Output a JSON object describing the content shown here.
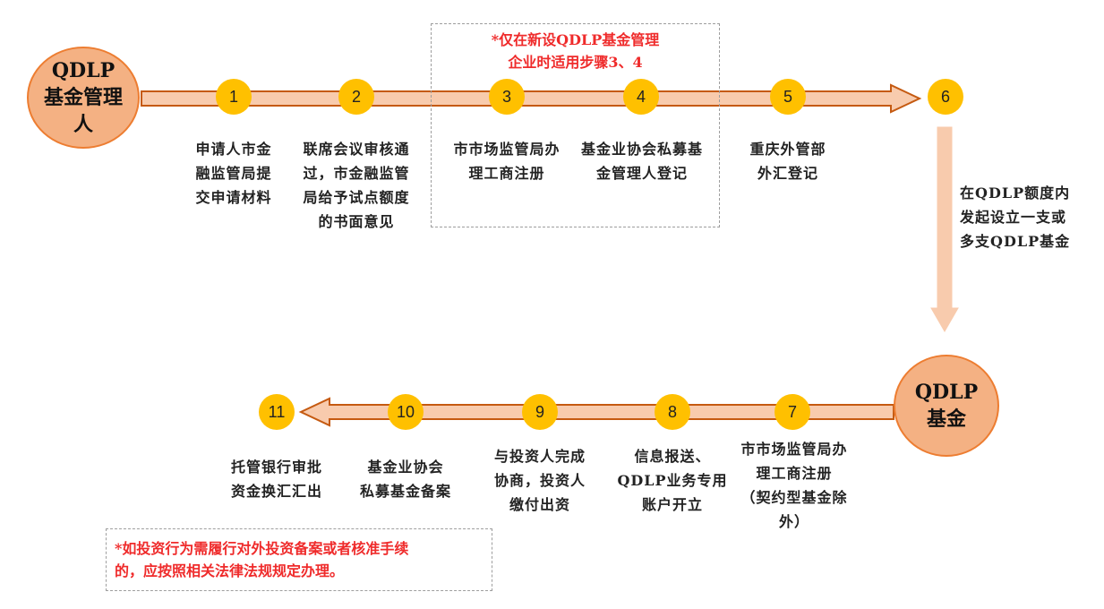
{
  "colors": {
    "circle_fill": "#F4B183",
    "circle_stroke": "#ED7D31",
    "step_fill": "#FFC000",
    "arrow_fill": "#F8CBAD",
    "arrow_stroke": "#C55A11",
    "note_red": "#FF0000"
  },
  "start_node": {
    "lines": [
      "QDLP",
      "基金管理",
      "人"
    ]
  },
  "fund_node": {
    "lines": [
      "QDLP",
      "基金"
    ]
  },
  "note_top": {
    "lines": [
      "*仅在新设QDLP基金管理",
      "企业时适用步骤3、4"
    ]
  },
  "note_bottom": {
    "lines": [
      "*如投资行为需履行对外投资备案或者核准手续",
      "的，应按照相关法律法规规定办理。"
    ]
  },
  "side_label": {
    "lines": [
      "在QDLP额度内",
      "发起设立一支或",
      "多支QDLP基金"
    ]
  },
  "steps": [
    {
      "num": "1",
      "lines": [
        "申请人市金",
        "融监管局提",
        "交申请材料"
      ]
    },
    {
      "num": "2",
      "lines": [
        "联席会议审核通",
        "过，市金融监管",
        "局给予试点额度",
        "的书面意见"
      ]
    },
    {
      "num": "3",
      "lines": [
        "市市场监管局办",
        "理工商注册"
      ]
    },
    {
      "num": "4",
      "lines": [
        "基金业协会私募基",
        "金管理人登记"
      ]
    },
    {
      "num": "5",
      "lines": [
        "重庆外管部",
        "外汇登记"
      ]
    },
    {
      "num": "6",
      "lines": []
    },
    {
      "num": "7",
      "lines": [
        "市市场监管局办",
        "理工商注册",
        "（契约型基金除",
        "外）"
      ]
    },
    {
      "num": "8",
      "lines": [
        "信息报送、",
        "QDLP业务专用",
        "账户开立"
      ]
    },
    {
      "num": "9",
      "lines": [
        "与投资人完成",
        "协商，投资人",
        "缴付出资"
      ]
    },
    {
      "num": "10",
      "lines": [
        "基金业协会",
        "私募基金备案"
      ]
    },
    {
      "num": "11",
      "lines": [
        "托管银行审批",
        "资金换汇汇出"
      ]
    }
  ]
}
